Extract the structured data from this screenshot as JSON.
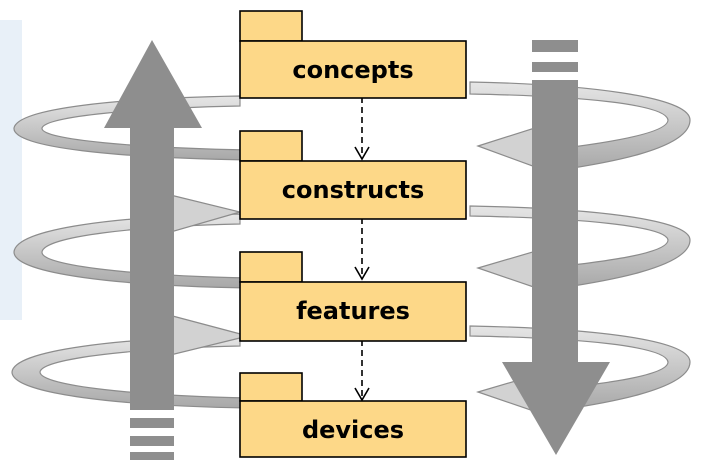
{
  "diagram": {
    "packages": [
      {
        "label": "concepts"
      },
      {
        "label": "constructs"
      },
      {
        "label": "features"
      },
      {
        "label": "devices"
      }
    ],
    "colors": {
      "package_fill": "#FDD888",
      "package_stroke": "#000000",
      "spiral_fill": "#C8C8C8",
      "spiral_stroke": "#8C8C8C",
      "arrow_fill": "#8E8E8E",
      "page_accent": "#E8F0F8"
    },
    "connectors": [
      {
        "from": "concepts",
        "to": "constructs",
        "style": "dashed"
      },
      {
        "from": "constructs",
        "to": "features",
        "style": "dashed"
      },
      {
        "from": "features",
        "to": "devices",
        "style": "dashed"
      }
    ],
    "big_arrows": [
      {
        "direction": "up",
        "icon": "up-arrow-icon"
      },
      {
        "direction": "down",
        "icon": "down-arrow-icon"
      }
    ]
  }
}
